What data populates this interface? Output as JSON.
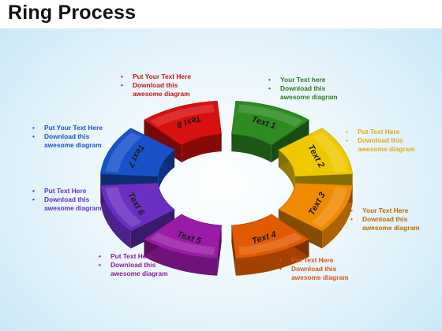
{
  "title": "Ring Process",
  "segments": [
    {
      "label": "Text 1",
      "color": "#2e8b22"
    },
    {
      "label": "Text 2",
      "color": "#f0c800"
    },
    {
      "label": "Text 3",
      "color": "#f08a00"
    },
    {
      "label": "Text 4",
      "color": "#e15a00"
    },
    {
      "label": "Text 5",
      "color": "#9a1ba6"
    },
    {
      "label": "Text 6",
      "color": "#6a2fc0"
    },
    {
      "label": "Text 7",
      "color": "#1752c8"
    },
    {
      "label": "Text 8",
      "color": "#d81010"
    }
  ],
  "notes": [
    {
      "id": "n1",
      "color": "#2e7d1c",
      "lines": [
        "Your Text  here",
        "Download this awesome diagram"
      ]
    },
    {
      "id": "n2",
      "color": "#e6a817",
      "lines": [
        "Put Text  Here",
        "Download this awesome diagram"
      ]
    },
    {
      "id": "n3",
      "color": "#c46a00",
      "lines": [
        "Your Text Here",
        "Download this awesome diagram"
      ]
    },
    {
      "id": "n4",
      "color": "#d9561a",
      "lines": [
        "Put Text Here",
        "Download this awesome diagram"
      ]
    },
    {
      "id": "n5",
      "color": "#8a1a9a",
      "lines": [
        "Put Text Here",
        "Download this awesome diagram"
      ]
    },
    {
      "id": "n6",
      "color": "#6a2fc0",
      "lines": [
        "Put Text Here",
        "Download this awesome diagram"
      ]
    },
    {
      "id": "n7",
      "color": "#1a56c4",
      "lines": [
        "Put Your Text Here",
        "Download this awesome diagram"
      ]
    },
    {
      "id": "n8",
      "color": "#c41414",
      "lines": [
        "Put Your Text Here",
        "Download this awesome diagram"
      ]
    }
  ]
}
